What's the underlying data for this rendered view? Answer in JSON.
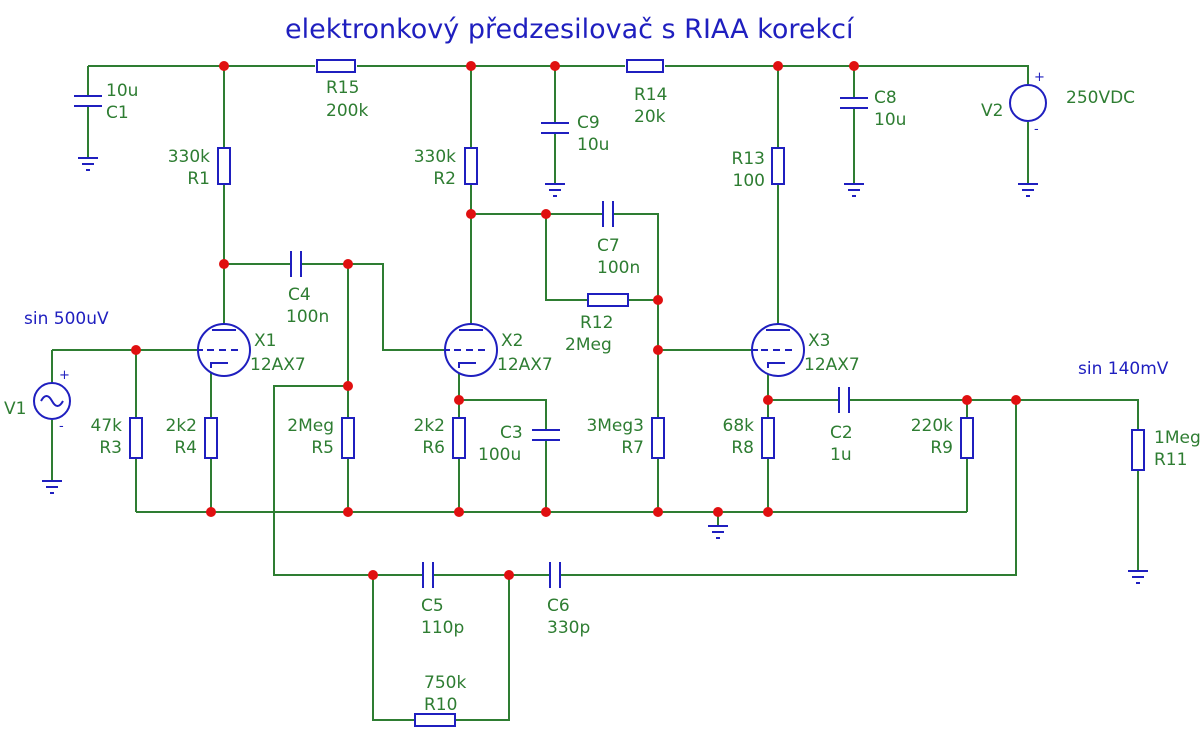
{
  "title": "elektronkový předzesilovač s RIAA korekcí",
  "signals": {
    "input": "sin 500uV",
    "output": "sin 140mV"
  },
  "components": {
    "C1": {
      "ref": "C1",
      "value": "10u"
    },
    "C2": {
      "ref": "C2",
      "value": "1u"
    },
    "C3": {
      "ref": "C3",
      "value": "100u"
    },
    "C4": {
      "ref": "C4",
      "value": "100n"
    },
    "C5": {
      "ref": "C5",
      "value": "110p"
    },
    "C6": {
      "ref": "C6",
      "value": "330p"
    },
    "C7": {
      "ref": "C7",
      "value": "100n"
    },
    "C8": {
      "ref": "C8",
      "value": "10u"
    },
    "C9": {
      "ref": "C9",
      "value": "10u"
    },
    "R1": {
      "ref": "R1",
      "value": "330k"
    },
    "R2": {
      "ref": "R2",
      "value": "330k"
    },
    "R3": {
      "ref": "R3",
      "value": "47k"
    },
    "R4": {
      "ref": "R4",
      "value": "2k2"
    },
    "R5": {
      "ref": "R5",
      "value": "2Meg"
    },
    "R6": {
      "ref": "R6",
      "value": "2k2"
    },
    "R7": {
      "ref": "R7",
      "value": "3Meg3"
    },
    "R8": {
      "ref": "R8",
      "value": "68k"
    },
    "R9": {
      "ref": "R9",
      "value": "220k"
    },
    "R10": {
      "ref": "R10",
      "value": "750k"
    },
    "R11": {
      "ref": "R11",
      "value": "1Meg"
    },
    "R12": {
      "ref": "R12",
      "value": "2Meg"
    },
    "R13": {
      "ref": "R13",
      "value": "100"
    },
    "R14": {
      "ref": "R14",
      "value": "20k"
    },
    "R15": {
      "ref": "R15",
      "value": "200k"
    },
    "X1": {
      "ref": "X1",
      "value": "12AX7"
    },
    "X2": {
      "ref": "X2",
      "value": "12AX7"
    },
    "X3": {
      "ref": "X3",
      "value": "12AX7"
    },
    "V1": {
      "ref": "V1"
    },
    "V2": {
      "ref": "V2",
      "value": "250VDC"
    }
  },
  "polarity": {
    "plus": "+",
    "minus": "-"
  },
  "colors": {
    "wire": "#2e7d32",
    "component": "#1f1fbf",
    "junction": "#e01010",
    "label": "#2e7d32",
    "title": "#1f1fbf"
  }
}
